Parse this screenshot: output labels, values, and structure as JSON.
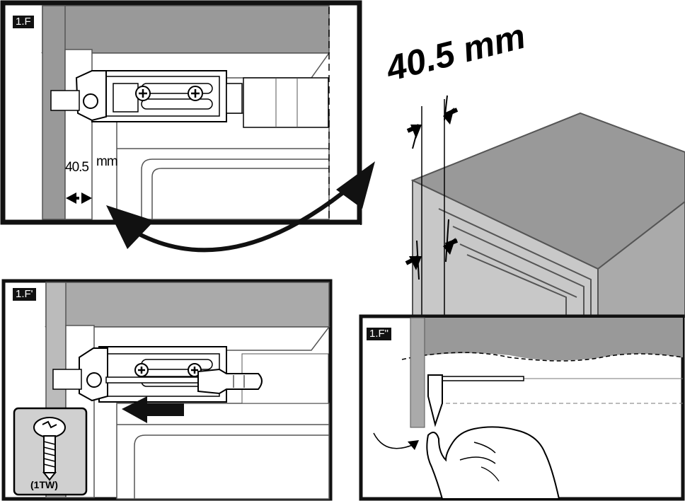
{
  "panels": {
    "top": {
      "tag": "1.F"
    },
    "bottom_left": {
      "tag": "1.F'"
    },
    "bottom_right": {
      "tag": "1.F\""
    }
  },
  "measurement": {
    "large_label": "40.5 mm",
    "small_value": "40.5",
    "small_unit": "mm"
  },
  "screw": {
    "label": "(1TW)",
    "icon": "phillips-screw-icon"
  },
  "colors": {
    "frame": "#111111",
    "cabinet_gray": "#999999",
    "cabinet_light": "#c8c8c8",
    "arrow": "#111111"
  }
}
